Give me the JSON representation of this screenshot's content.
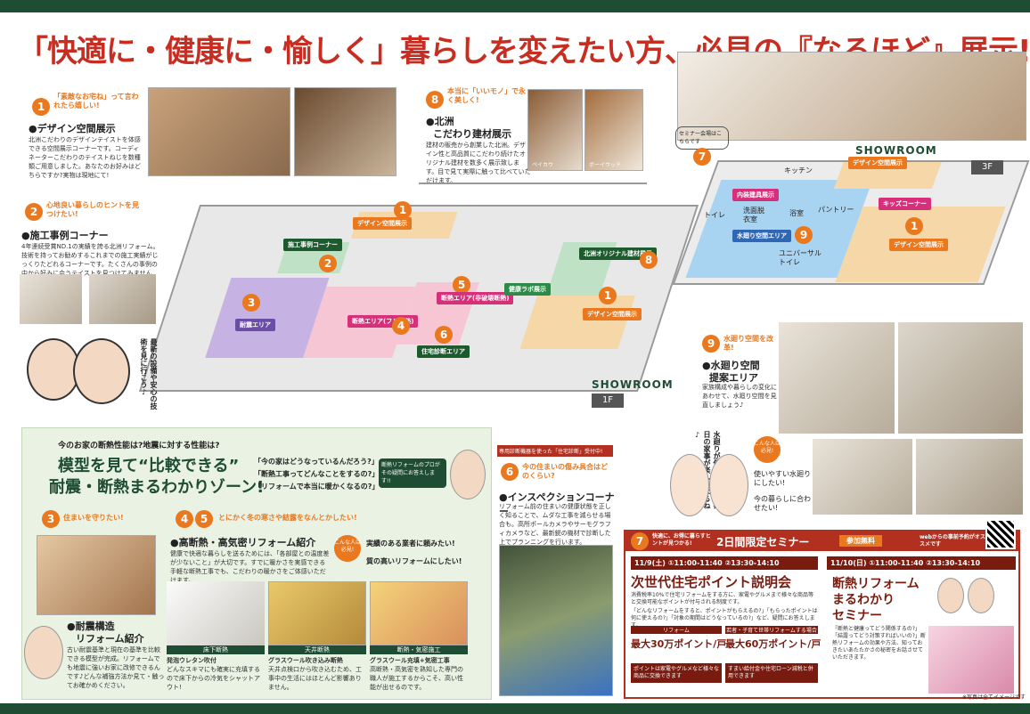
{
  "headline": "「快適に・健康に・愉しく」暮らしを変えたい方、必見の『なるほど』展示!!",
  "c1": {
    "num": "1",
    "bubble": "「素敵なお宅ね」って言われたら嬉しい!",
    "title": "●デザイン空間展示",
    "text": "北洲こだわりのデザインテイストを体感できる空間展示コーナーです。コーディネーターこだわりのテイストねじを数種類ご用意しました。あなたのお好みはどちらですか?実物は現地にて!"
  },
  "c2": {
    "num": "2",
    "bubble": "心地良い暮らしのヒントを見つけたい!",
    "title": "●施工事例コーナー",
    "text": "4年連続受賞ND.1の実績を誇る北洲リフォーム。技術を持ってお勧めするこれまでの施工実績がじっくりたどれるコーナーです。たくさんの事例の中から好みに会うテイストを見つけてみませんか?"
  },
  "c8": {
    "num": "8",
    "bubble": "本当に「いいモノ」で永く美しく!",
    "title": "●北洲",
    "title2": "こだわり建材展示",
    "text": "建材の販売から創業した北洲。デザイン性と高品質にこだわり続けたオリジナル建材を数多く展示致します。目で見て実際に触って比べていただけます。",
    "photo1": "ベイカウ",
    "photo2": "ボーイウッド"
  },
  "floor1": {
    "label": "SHOWROOM",
    "floor": "1F",
    "design_label": "デザイン空間展示",
    "jirei": "施工事例コーナー",
    "taishin": "耐震エリア",
    "dannetsu": "断熱エリア(フル断熱)",
    "dannetsu2": "断熱エリア(非破壊断熱)",
    "kenko": "健康ラボ展示",
    "jutaku": "住宅診断エリア",
    "kenzai": "北洲オリジナル建材展示",
    "n1": "1",
    "n2": "2",
    "n3": "3",
    "n4": "4",
    "n5": "5",
    "n6": "6",
    "n8": "8"
  },
  "floor3": {
    "label": "SHOWROOM",
    "floor": "3F",
    "seminar_bubble": "セミナー会場はこちらです",
    "n7": "7",
    "kitchen": "キッチン",
    "design": "デザイン空間展示",
    "naisou": "内装建具展示",
    "toilet": "トイレ",
    "senmen": "洗面脱衣室",
    "yokushitsu": "浴室",
    "pantry": "パントリー",
    "kids": "キッズコーナー",
    "mizumawari": "水廻り空間エリア",
    "universal": "ユニバーサルトイレ",
    "design2": "デザイン空間展示",
    "n1": "1",
    "n9": "9"
  },
  "side_text": "最新の設備や安心の技術を見に行こう♪",
  "c9": {
    "num": "9",
    "bubble": "水廻り空間を改革!",
    "title": "●水廻り空間",
    "title2": "提案エリア",
    "text": "家族構成や暮らしの変化にあわせて、水廻り空間を見直しましょう♪"
  },
  "couple": {
    "text1": "水廻りが使いやすいと毎日の家事が楽しくなるね♪",
    "text2": "こんな人は必見!",
    "text3": "使いやすい水廻りにしたい!",
    "text4": "今の暮らしに合わせたい!"
  },
  "zone": {
    "q": "今のお家の断熱性能は?地震に対する性能は?",
    "h1": "模型を見て“比較できる”",
    "h2": "耐震・断熱まるわかりゾーン!",
    "q1": "「今の家はどうなっているんだろう?」",
    "q2": "「断熱工事ってどんなことをするの?」",
    "q3": "「リフォームで本当に暖かくなるの?」",
    "pro": "断熱リフォームのプロがその疑問にお答えします!!"
  },
  "c3": {
    "num": "3",
    "bubble": "住まいを守りたい!",
    "title": "●耐震構造",
    "title2": "リフォーム紹介",
    "text": "古い耐震基準と現在の基準を比較できる模型が完成。リフォームでも地震に強いお家に改修できるんです♪どんな補強方法か見て・触ってお確かめください。"
  },
  "c45": {
    "num1": "4",
    "num2": "5",
    "bubble": "とにかく冬の寒さや結露をなんとかしたい!",
    "title": "●高断熱・高気密リフォーム紹介",
    "text": "健康で快適な暮らしを送るためには、「各部屋との温度差が少ないこと」が大切です。すでに暖かさを実感できる手軽な断熱工事でも、こだわりの暖かさをご体感いただけます。",
    "hit": "こんな人は必見!",
    "q1": "実績のある業者に頼みたい!",
    "q2": "質の高いリフォームにしたい!",
    "p1": "床下断熱",
    "p1t": "発泡ウレタン吹付",
    "p1d": "どんなスキマにも確実に充填するので床下からの冷気をシャットアウト!",
    "p2": "天井断熱",
    "p2t": "グラスウール吹き込み断熱",
    "p2d": "天井点検口から吹き込むため、工事中の生活にはほとんど影響ありません。",
    "p3": "断熱・気密施工",
    "p3t": "グラスウール充填+気密工事",
    "p3d": "高断熱・高気密を熟知した専門の職人が施工するからこそ、高い性能が出せるのです。"
  },
  "c6": {
    "num": "6",
    "tag": "専用診断機器を使った「住宅診断」受付中!",
    "bubble": "今の住まいの傷み具合はどのくらい?",
    "title": "●インスペクションコーナー",
    "text": "リフォーム前の住まいの健康状態を正しく知ることで、ムダな工事を減らせる場合も。高所ポールカメラやサーモグラフィカメラなど、最新鋭の機材で診断した上でプランニングを行います。"
  },
  "seminar": {
    "num": "7",
    "lead": "快適に、お得に暮らすヒントが見つかる!",
    "title": "2日間限定セミナー",
    "free": "参加無料",
    "web": "webからの事前予約がオススメです",
    "d1": "11/9(土) ①11:00-11:40 ②13:30-14:10",
    "t1": "次世代住宅ポイント説明会",
    "x1": "消費税率10%で住宅リフォームをする方に、家電やグルメまで様々な商品等と交換可能なポイントが付与される制度です。",
    "x1b": "「どんなリフォームをすると、ポイントがもらえるの?」「もらったポイントは何に使えるの?」「対象の期間はどうなっているの?」など、疑問にお答えします。",
    "pt1l": "リフォーム",
    "pt1": "最大30万ポイント/戸",
    "pt2l": "若者・子育て世帯リフォームする場合",
    "pt2": "最大60万ポイント/戸",
    "note1": "ポイントは家電やグルメなど様々な商品に交換できます",
    "note2": "すまい給付金や住宅ローン減税と併用できます",
    "d2": "11/10(日) ①11:00-11:40 ②13:30-14:10",
    "t2a": "断熱リフォーム",
    "t2b": "まるわかり",
    "t2c": "セミナー",
    "x2": "「断熱と健康ってどう関係するの?」「結露ってどう対策すればいいの?」断熱リフォームの効果や方法、知っておきたいあたたかさの秘密をお話させていただきます。"
  },
  "footnote": "※写真は全てイメージです"
}
